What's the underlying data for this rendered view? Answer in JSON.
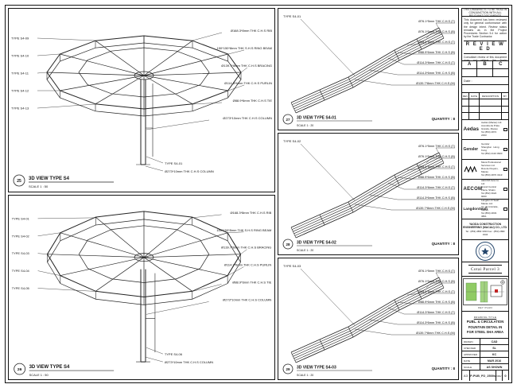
{
  "sheet": {
    "line_color": "#1b1b1b",
    "accent_green": "#7dc24b"
  },
  "views": {
    "iso_top": {
      "num": "25",
      "title": "3D VIEW TYPE S4",
      "scale": "SCALE 1 : 50",
      "callouts_left": [
        "TYPE S4-09",
        "TYPE S4-10",
        "TYPE S4-11",
        "TYPE S4-12",
        "TYPE S4-13"
      ],
      "callouts_right": [
        "Ø168.3*8mm THK C.H.S RIB",
        "150*150*8mm THK S.H.S RING BEAM",
        "Ø139.7*8mm THK C.H.S BRACING",
        "Ø114.3*6mm THK C.H.S PURLIN",
        "Ø88.9*6mm THK C.H.S TIE",
        "Ø273*10mm THK C.H.S COLUMN"
      ],
      "callout_b1": "TYPE S4-01",
      "callout_b2": "Ø273*10mm THK C.H.S COLUMN"
    },
    "iso_bottom": {
      "num": "26",
      "title": "3D VIEW TYPE S4",
      "scale": "SCALE 1 : 50",
      "callouts_left": [
        "TYPE S4-01",
        "TYPE S4-02",
        "TYPE S4-03",
        "TYPE S4-04",
        "TYPE S4-05"
      ],
      "callouts_right": [
        "Ø168.3*8mm THK C.H.S RIB",
        "150*150*8mm THK S.H.S RING BEAM",
        "Ø139.7*8mm THK C.H.S BRACING",
        "Ø114.3*6mm THK C.H.S PURLIN",
        "Ø88.9*6mm THK C.H.S TIE",
        "Ø273*10mm THK C.H.S COLUMN"
      ],
      "callout_b1": "TYPE S4-06",
      "callout_b2": "Ø273*10mm THK C.H.S COLUMN"
    },
    "mid1": {
      "num": "27",
      "title": "3D VIEW TYPE S4-01",
      "scale": "SCALE 1 : 20",
      "quantity": "QUANTITY : 8",
      "callout_top": "TYPE S4-01",
      "callouts_right": [
        "Ø76.1*5mm THK C.H.S (T)",
        "Ø76.1*5mm THK C.H.S (B)",
        "Ø88.9*6mm THK C.H.S (T)",
        "Ø88.9*6mm THK C.H.S (B)",
        "Ø114.3*6mm THK C.H.S (T)",
        "Ø114.3*6mm THK C.H.S (B)",
        "Ø139.7*8mm THK C.H.S (M)"
      ]
    },
    "mid2": {
      "num": "28",
      "title": "3D VIEW TYPE S4-02",
      "scale": "SCALE 1 : 20",
      "quantity": "QUANTITY : 8",
      "callout_top": "TYPE S4-02",
      "callouts_right": [
        "Ø76.1*5mm THK C.H.S (T)",
        "Ø76.1*5mm THK C.H.S (B)",
        "Ø88.9*6mm THK C.H.S (T)",
        "Ø88.9*6mm THK C.H.S (B)",
        "Ø114.3*6mm THK C.H.S (T)",
        "Ø114.3*6mm THK C.H.S (B)",
        "Ø139.7*8mm THK C.H.S (M)"
      ]
    },
    "mid3": {
      "num": "29",
      "title": "3D VIEW TYPE S4-03",
      "scale": "SCALE 1 : 20",
      "quantity": "QUANTITY : 8",
      "callout_top": "TYPE S4-03",
      "callouts_right": [
        "Ø76.1*5mm THK C.H.S (T)",
        "Ø76.1*5mm THK C.H.S (B)",
        "Ø88.9*6mm THK C.H.S (T)",
        "Ø88.9*6mm THK C.H.S (B)",
        "Ø114.3*6mm THK C.H.S (T)",
        "Ø114.3*6mm THK C.H.S (B)",
        "Ø139.7*8mm THK C.H.S (M)"
      ]
    }
  },
  "titleblock": {
    "note_top": "THIS DRAWING IS TO BE READ IN CONJUNCTION WITH ALL RELEVANT DOCUMENTS",
    "reviewed": {
      "para1": "This document has been reviewed only for general conformance with the design intent. Review status remains as in the Project Procedures Section 5.4 for action by the Trade Contractor.",
      "stamp": "R E V I E W E D",
      "para2": "Consultant review of this document does not relieve the Trade Contractor of its responsibilities under the Trade Contract.",
      "grade_a": "A",
      "grade_b": "B",
      "grade_c": "C",
      "date_label": "Date :"
    },
    "rev": {
      "h1": "REV",
      "h2": "DATE",
      "h3": "DESCRIPTION",
      "h4": "BY"
    },
    "consultants": [
      {
        "logo": "Aedas",
        "l1": "Aedas (Macau) Ltd.",
        "l2": "Avenida da Praia Grande, Macau",
        "l3": "Tel (853) 2872 2293"
      },
      {
        "logo": "Gensler",
        "l1": "Gensler",
        "l2": "Shanghai · Hong Kong",
        "l3": "Tel (852) 2110 0900"
      },
      {
        "logo": "",
        "l1": "Meca Professional Services Ltd.",
        "l2": "Rua de Pequim, Macau",
        "l3": "Tel (853) 2870 3113"
      },
      {
        "logo": "AECOM",
        "l1": "AECOM Asia Co. Ltd.",
        "l2": "Grand Central Plaza, Shatin",
        "l3": "Tel (852) 3922 9000"
      },
      {
        "logo": "LangdonSeah",
        "l1": "Langdon & Seah Macau Ltd.",
        "l2": "Av. da Amizade, Macau",
        "l3": "Tel (853) 2833 3801"
      }
    ],
    "contractor": {
      "l1": "YAODA CONSTRUCTION ENGINEERING (MACAU) CO., LTD.",
      "l2": "Tel : (853) 2882 3333   Fax : (853) 2882 3334"
    },
    "banner": "Cotai Parcel 3",
    "keyplan_caption": "KEY PLAN",
    "project": {
      "label": "DRAWING TITLE",
      "l1": "PUBL. & CIRCULATION",
      "l2": "FOUNTAIN DETAIL IN",
      "l3": "FGR STEEL SHA AREA"
    },
    "fields": [
      {
        "label": "DRAWN",
        "value": "CAD"
      },
      {
        "label": "CHECKED",
        "value": "SL"
      },
      {
        "label": "APPROVED",
        "value": "KC"
      },
      {
        "label": "DATE",
        "value": "MAR 2016"
      },
      {
        "label": "SCALE",
        "value": "AS SHOWN"
      }
    ],
    "dwg": {
      "size": "A3",
      "no": "P-PUB_FO_2500s",
      "rev_label": "REV",
      "rev": "0"
    }
  }
}
